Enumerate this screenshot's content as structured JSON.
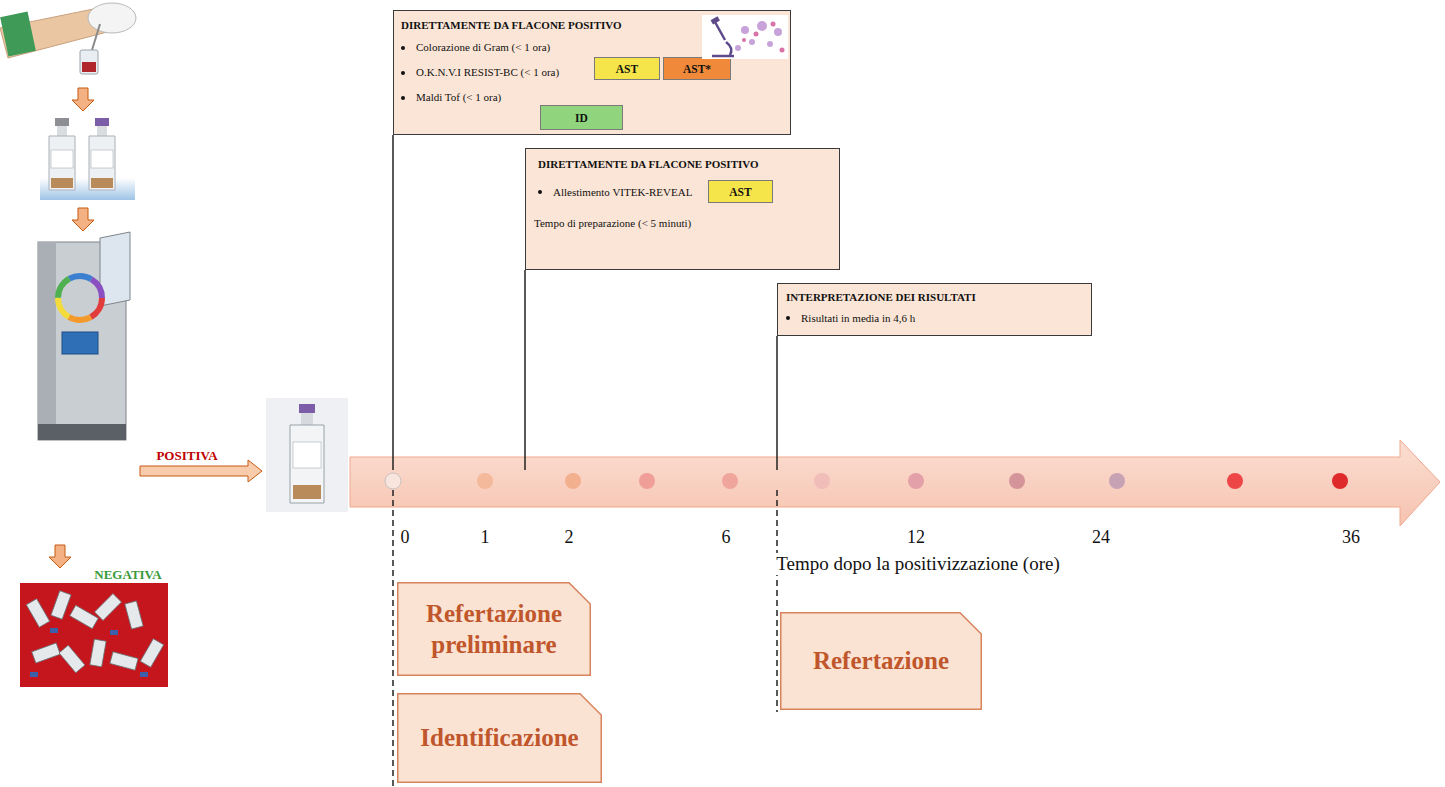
{
  "diagram": {
    "nodes": [
      {
        "text": [
          "DIRETTAMENTE DA FLACONE POSITIVO",
          "Colorazione di Gram (< 1 ora)",
          "O.K.N.V.I RESIST-BC (< 1 ora)",
          "Maldi Tof (< 1 ora)"
        ]
      },
      {
        "text": [
          "AST"
        ],
        "in": 0
      },
      {
        "text": [
          "AST*"
        ],
        "in": 0
      },
      {
        "text": [
          "ID"
        ],
        "in": 0
      },
      {
        "text": [
          "DIRETTAMENTE DA FLACONE POSITIVO",
          "Allestimento VITEK-REVEAL",
          "Tempo di preparazione (< 5 minuti)"
        ]
      },
      {
        "text": [
          "AST"
        ],
        "in": 4
      },
      {
        "text": [
          "INTERPRETAZIONE DEI RISULTATI",
          "Risultati in media in 4,6 h"
        ]
      },
      {
        "text": [
          "Refertazione preliminare"
        ]
      },
      {
        "text": [
          "Identificazione"
        ]
      },
      {
        "text": [
          "Refertazione"
        ]
      }
    ],
    "labels": [
      "POSITIVA",
      "NEGATIVA",
      "0",
      "1",
      "2",
      "6",
      "12",
      "24",
      "36",
      "Tempo dopo la positivizzazione (ore)"
    ]
  }
}
